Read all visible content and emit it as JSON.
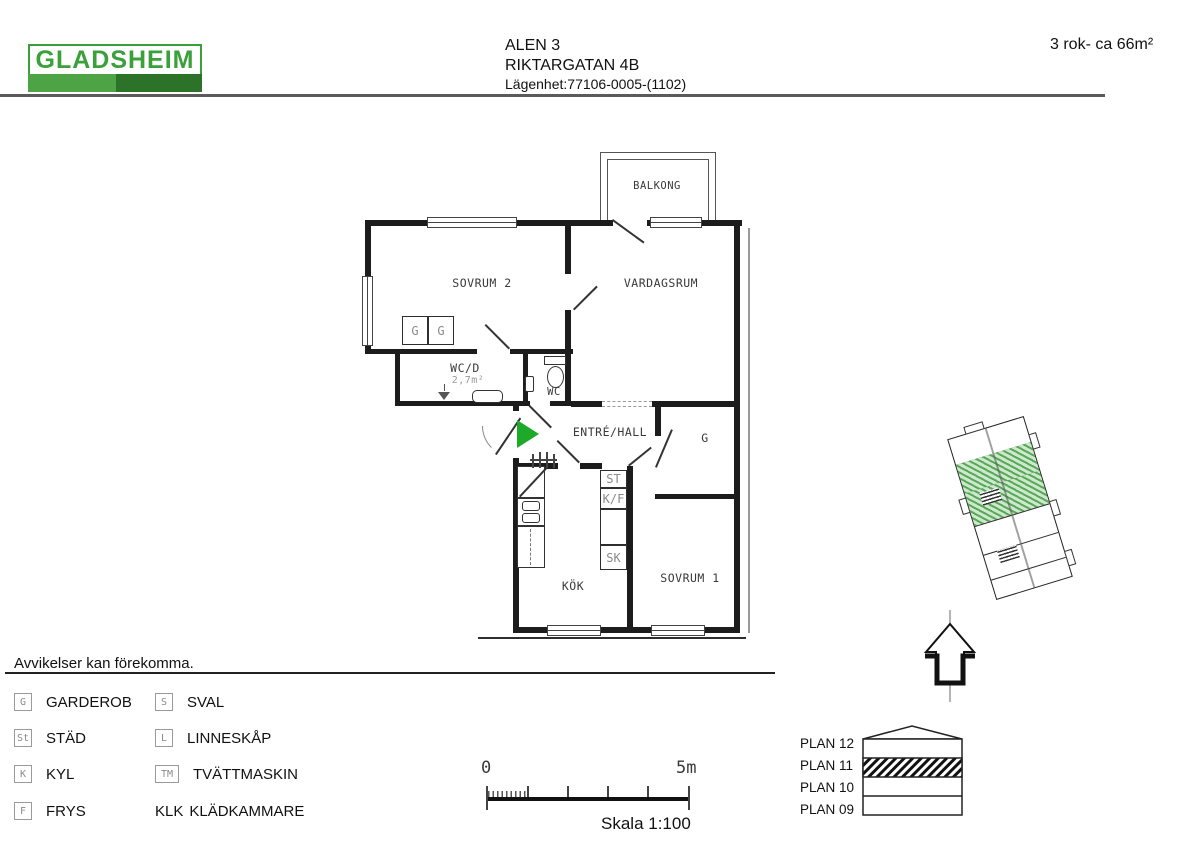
{
  "header": {
    "logo": "GLADSHEIM",
    "project": "ALEN 3",
    "address": "RIKTARGATAN 4B",
    "apartment_id": "Lägenhet:77106-0005-(1102)",
    "size": "3 rok- ca 66m²"
  },
  "plan": {
    "balkong": "BALKONG",
    "sovrum2": "SOVRUM 2",
    "vardagsrum": "VARDAGSRUM",
    "wcd": "WC/D",
    "wcd_area": "2,7m²",
    "wc": "WC",
    "entre": "ENTRÉ/HALL",
    "g_box1": "G",
    "g_box2": "G",
    "g_hall": "G",
    "st": "ST",
    "kf": "K/F",
    "sk": "SK",
    "kok": "KÖK",
    "sovrum1": "SOVRUM 1"
  },
  "disclaimer": "Avvikelser kan förekomma.",
  "legend": {
    "items": [
      {
        "symbol": "G",
        "label": "GARDEROB"
      },
      {
        "symbol": "St",
        "label": "STÄD"
      },
      {
        "symbol": "K",
        "label": "KYL"
      },
      {
        "symbol": "F",
        "label": "FRYS"
      },
      {
        "symbol": "S",
        "label": "SVAL"
      },
      {
        "symbol": "L",
        "label": "LINNESKÅP"
      },
      {
        "symbol": "TM",
        "label": "TVÄTTMASKIN"
      },
      {
        "symbol": "KLK",
        "label": "KLÄDKAMMARE"
      }
    ]
  },
  "scale": {
    "start": "0",
    "end": "5m",
    "caption": "Skala 1:100"
  },
  "floors": {
    "labels": [
      "PLAN 12",
      "PLAN 11",
      "PLAN 10",
      "PLAN 09"
    ],
    "highlighted": "PLAN 11"
  },
  "colors": {
    "brand_green": "#3aa03a",
    "logo_bar_light": "#4ea344",
    "logo_bar_dark": "#2c7229",
    "entry_arrow_green": "#1daa28",
    "unit_highlight_green": "#6fbf6f"
  }
}
